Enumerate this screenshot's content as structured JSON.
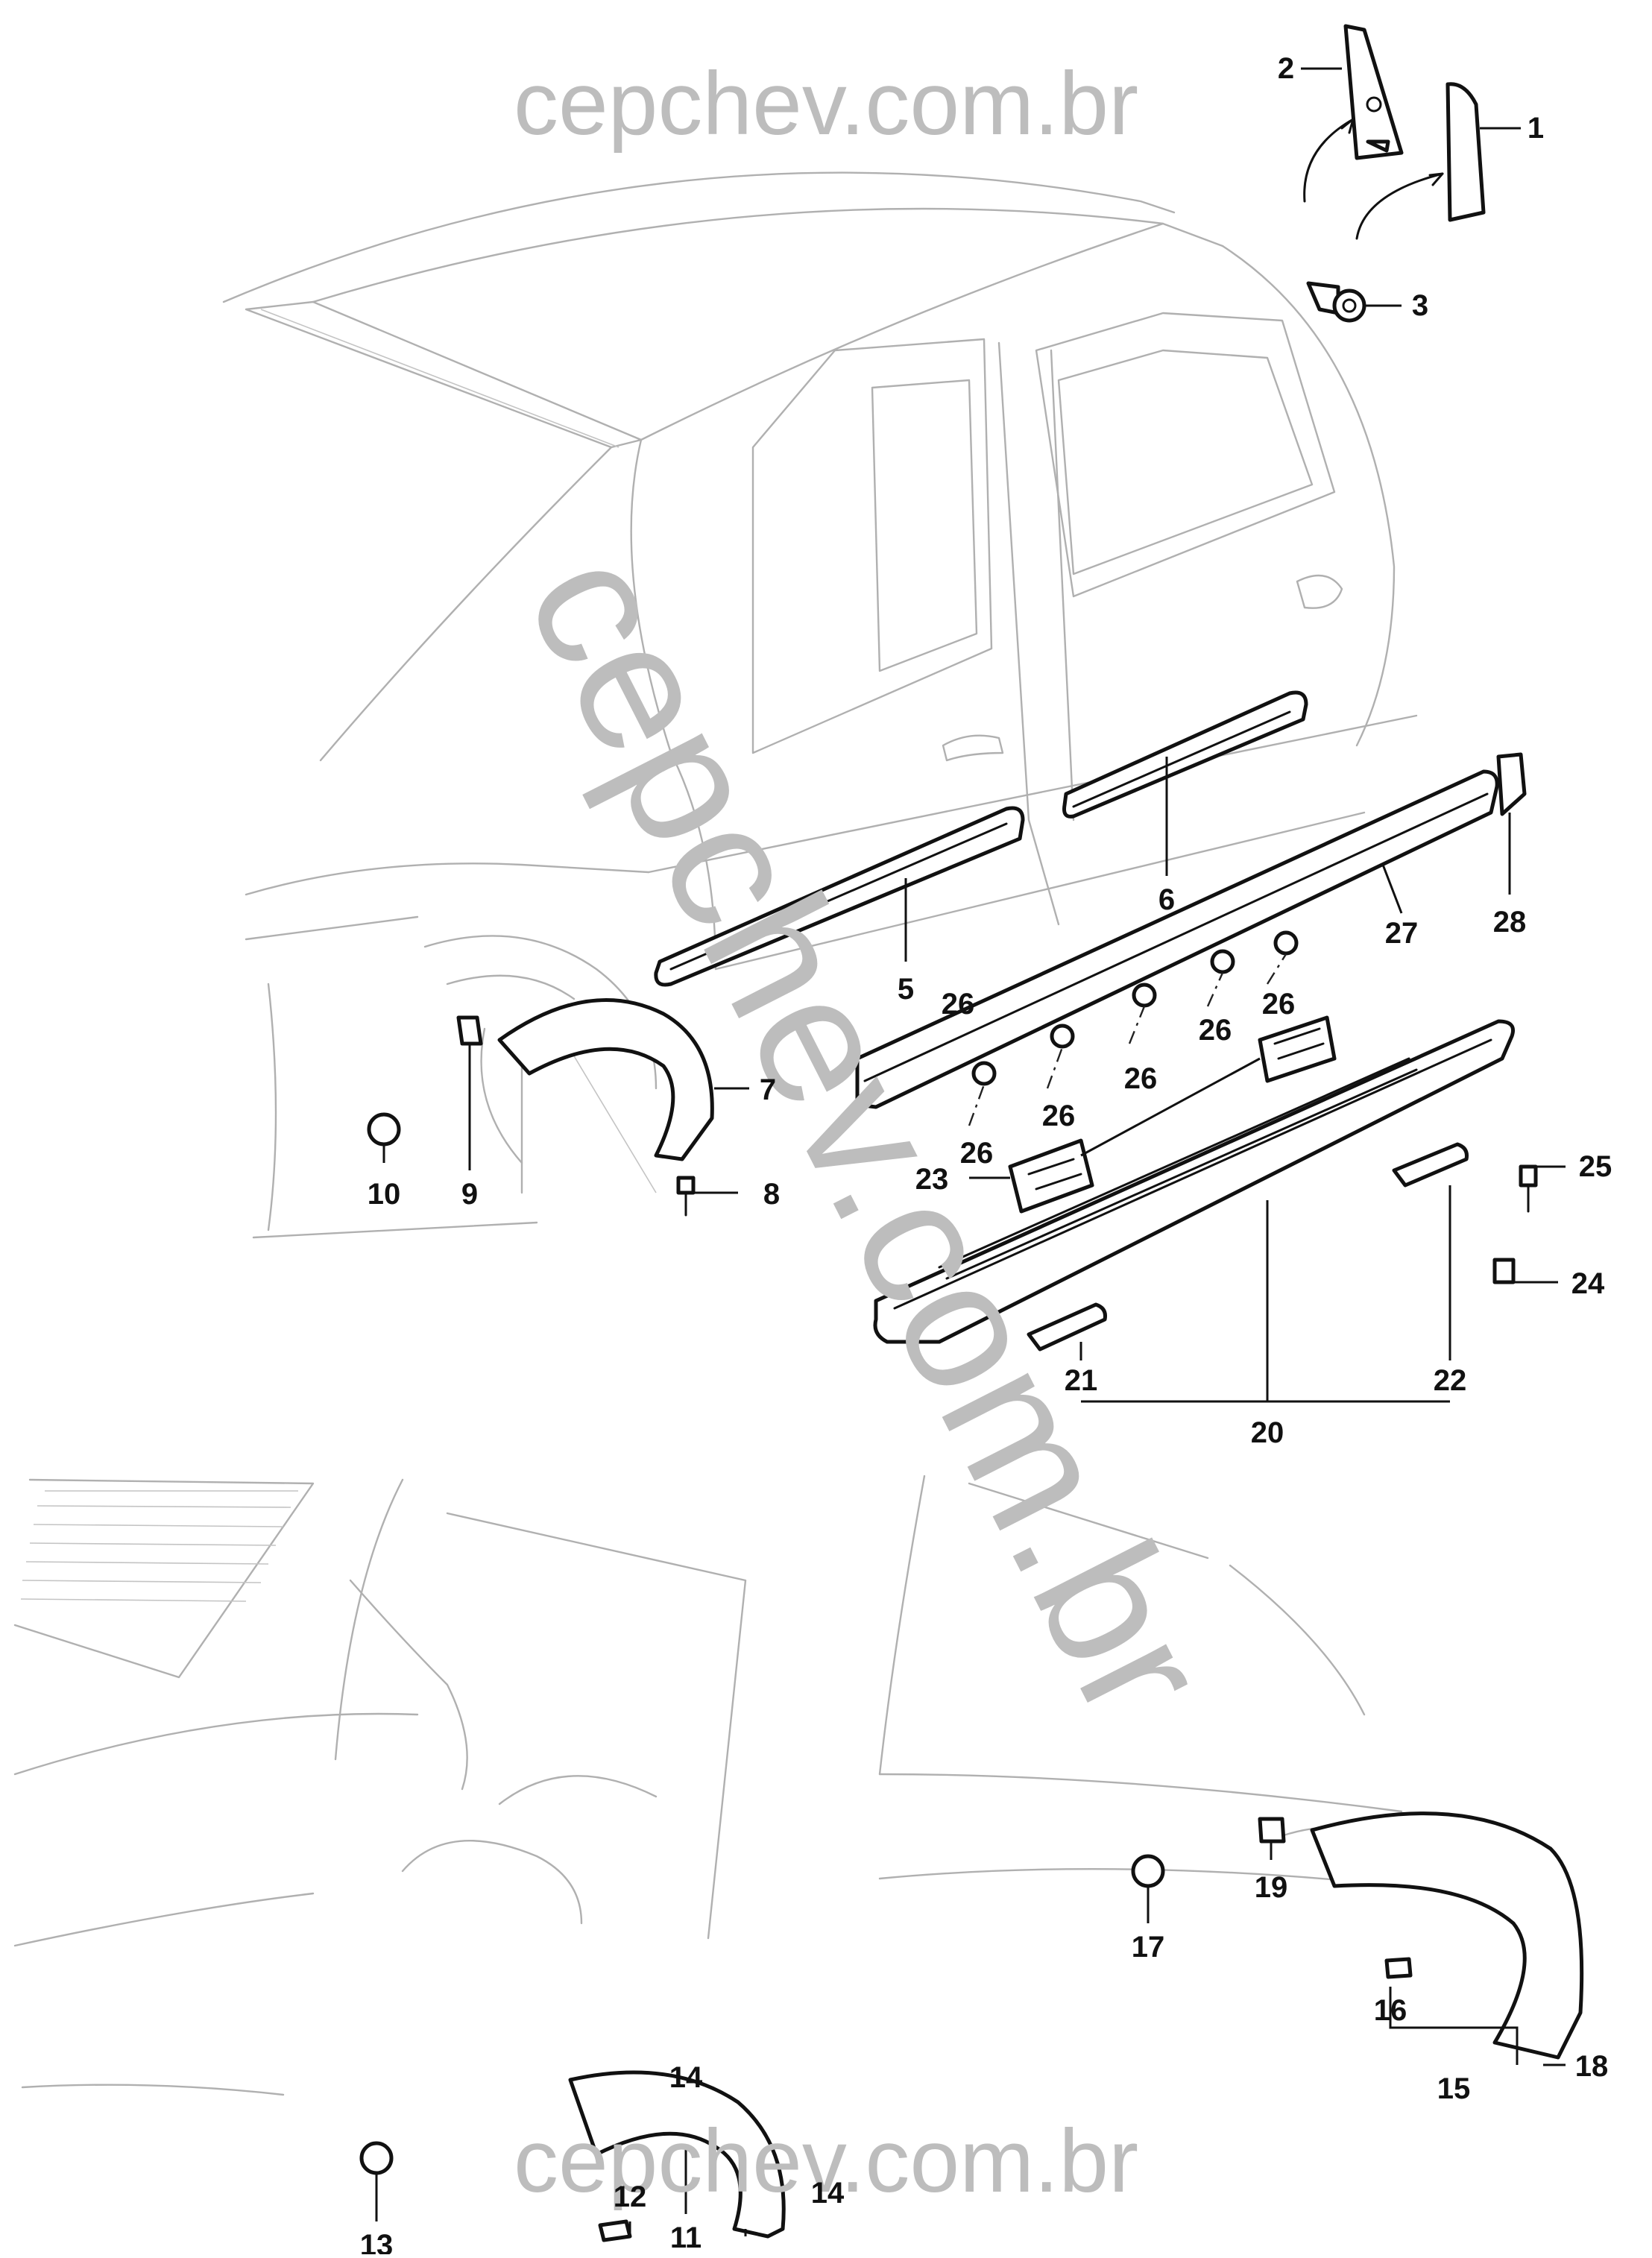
{
  "watermarks": {
    "top": "cepchev.com.br",
    "diagonal": "cepchev.com.br",
    "bottom": "cepchev.com.br"
  },
  "callouts": [
    "1",
    "2",
    "3",
    "5",
    "6",
    "7",
    "8",
    "9",
    "10",
    "27",
    "28",
    "26",
    "26",
    "26",
    "26",
    "26",
    "26",
    "23",
    "25",
    "24",
    "20",
    "21",
    "22",
    "11",
    "12",
    "13",
    "14",
    "14",
    "15",
    "16",
    "17",
    "18",
    "19"
  ]
}
